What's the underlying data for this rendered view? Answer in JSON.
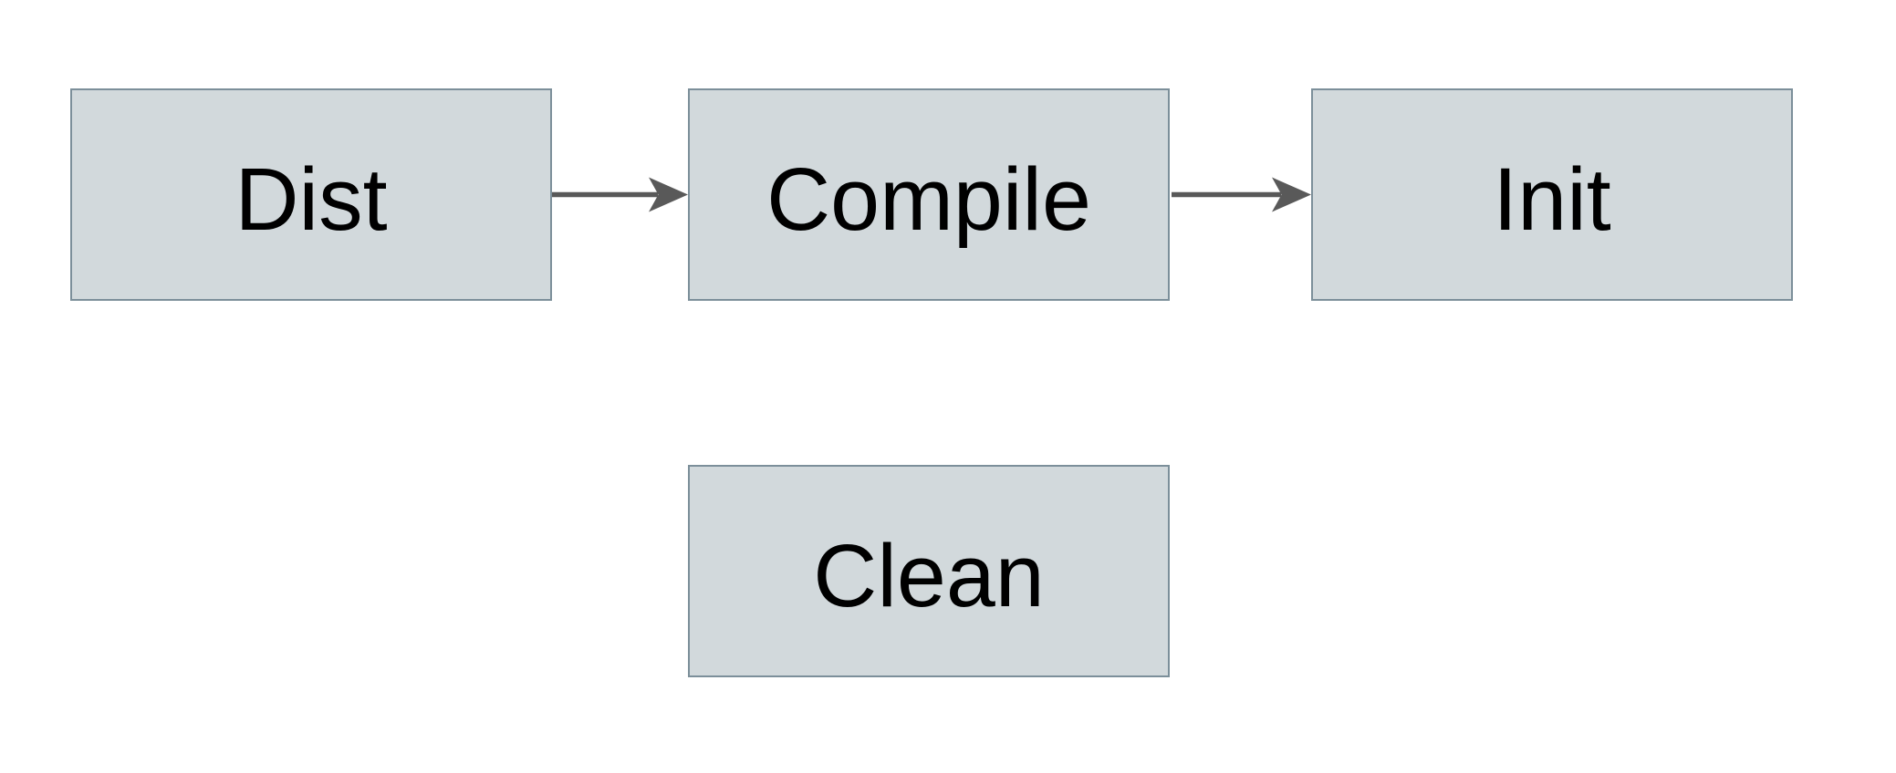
{
  "diagram": {
    "nodes": [
      {
        "id": "dist",
        "label": "Dist"
      },
      {
        "id": "compile",
        "label": "Compile"
      },
      {
        "id": "init",
        "label": "Init"
      },
      {
        "id": "clean",
        "label": "Clean"
      }
    ],
    "edges": [
      {
        "from": "Dist",
        "to": "Compile"
      },
      {
        "from": "Compile",
        "to": "Init"
      }
    ],
    "colors": {
      "background": "#ffffff",
      "node_fill": "#d2d9dc",
      "node_border": "#7c8f9a",
      "arrow": "#595959",
      "text": "#000000"
    }
  }
}
